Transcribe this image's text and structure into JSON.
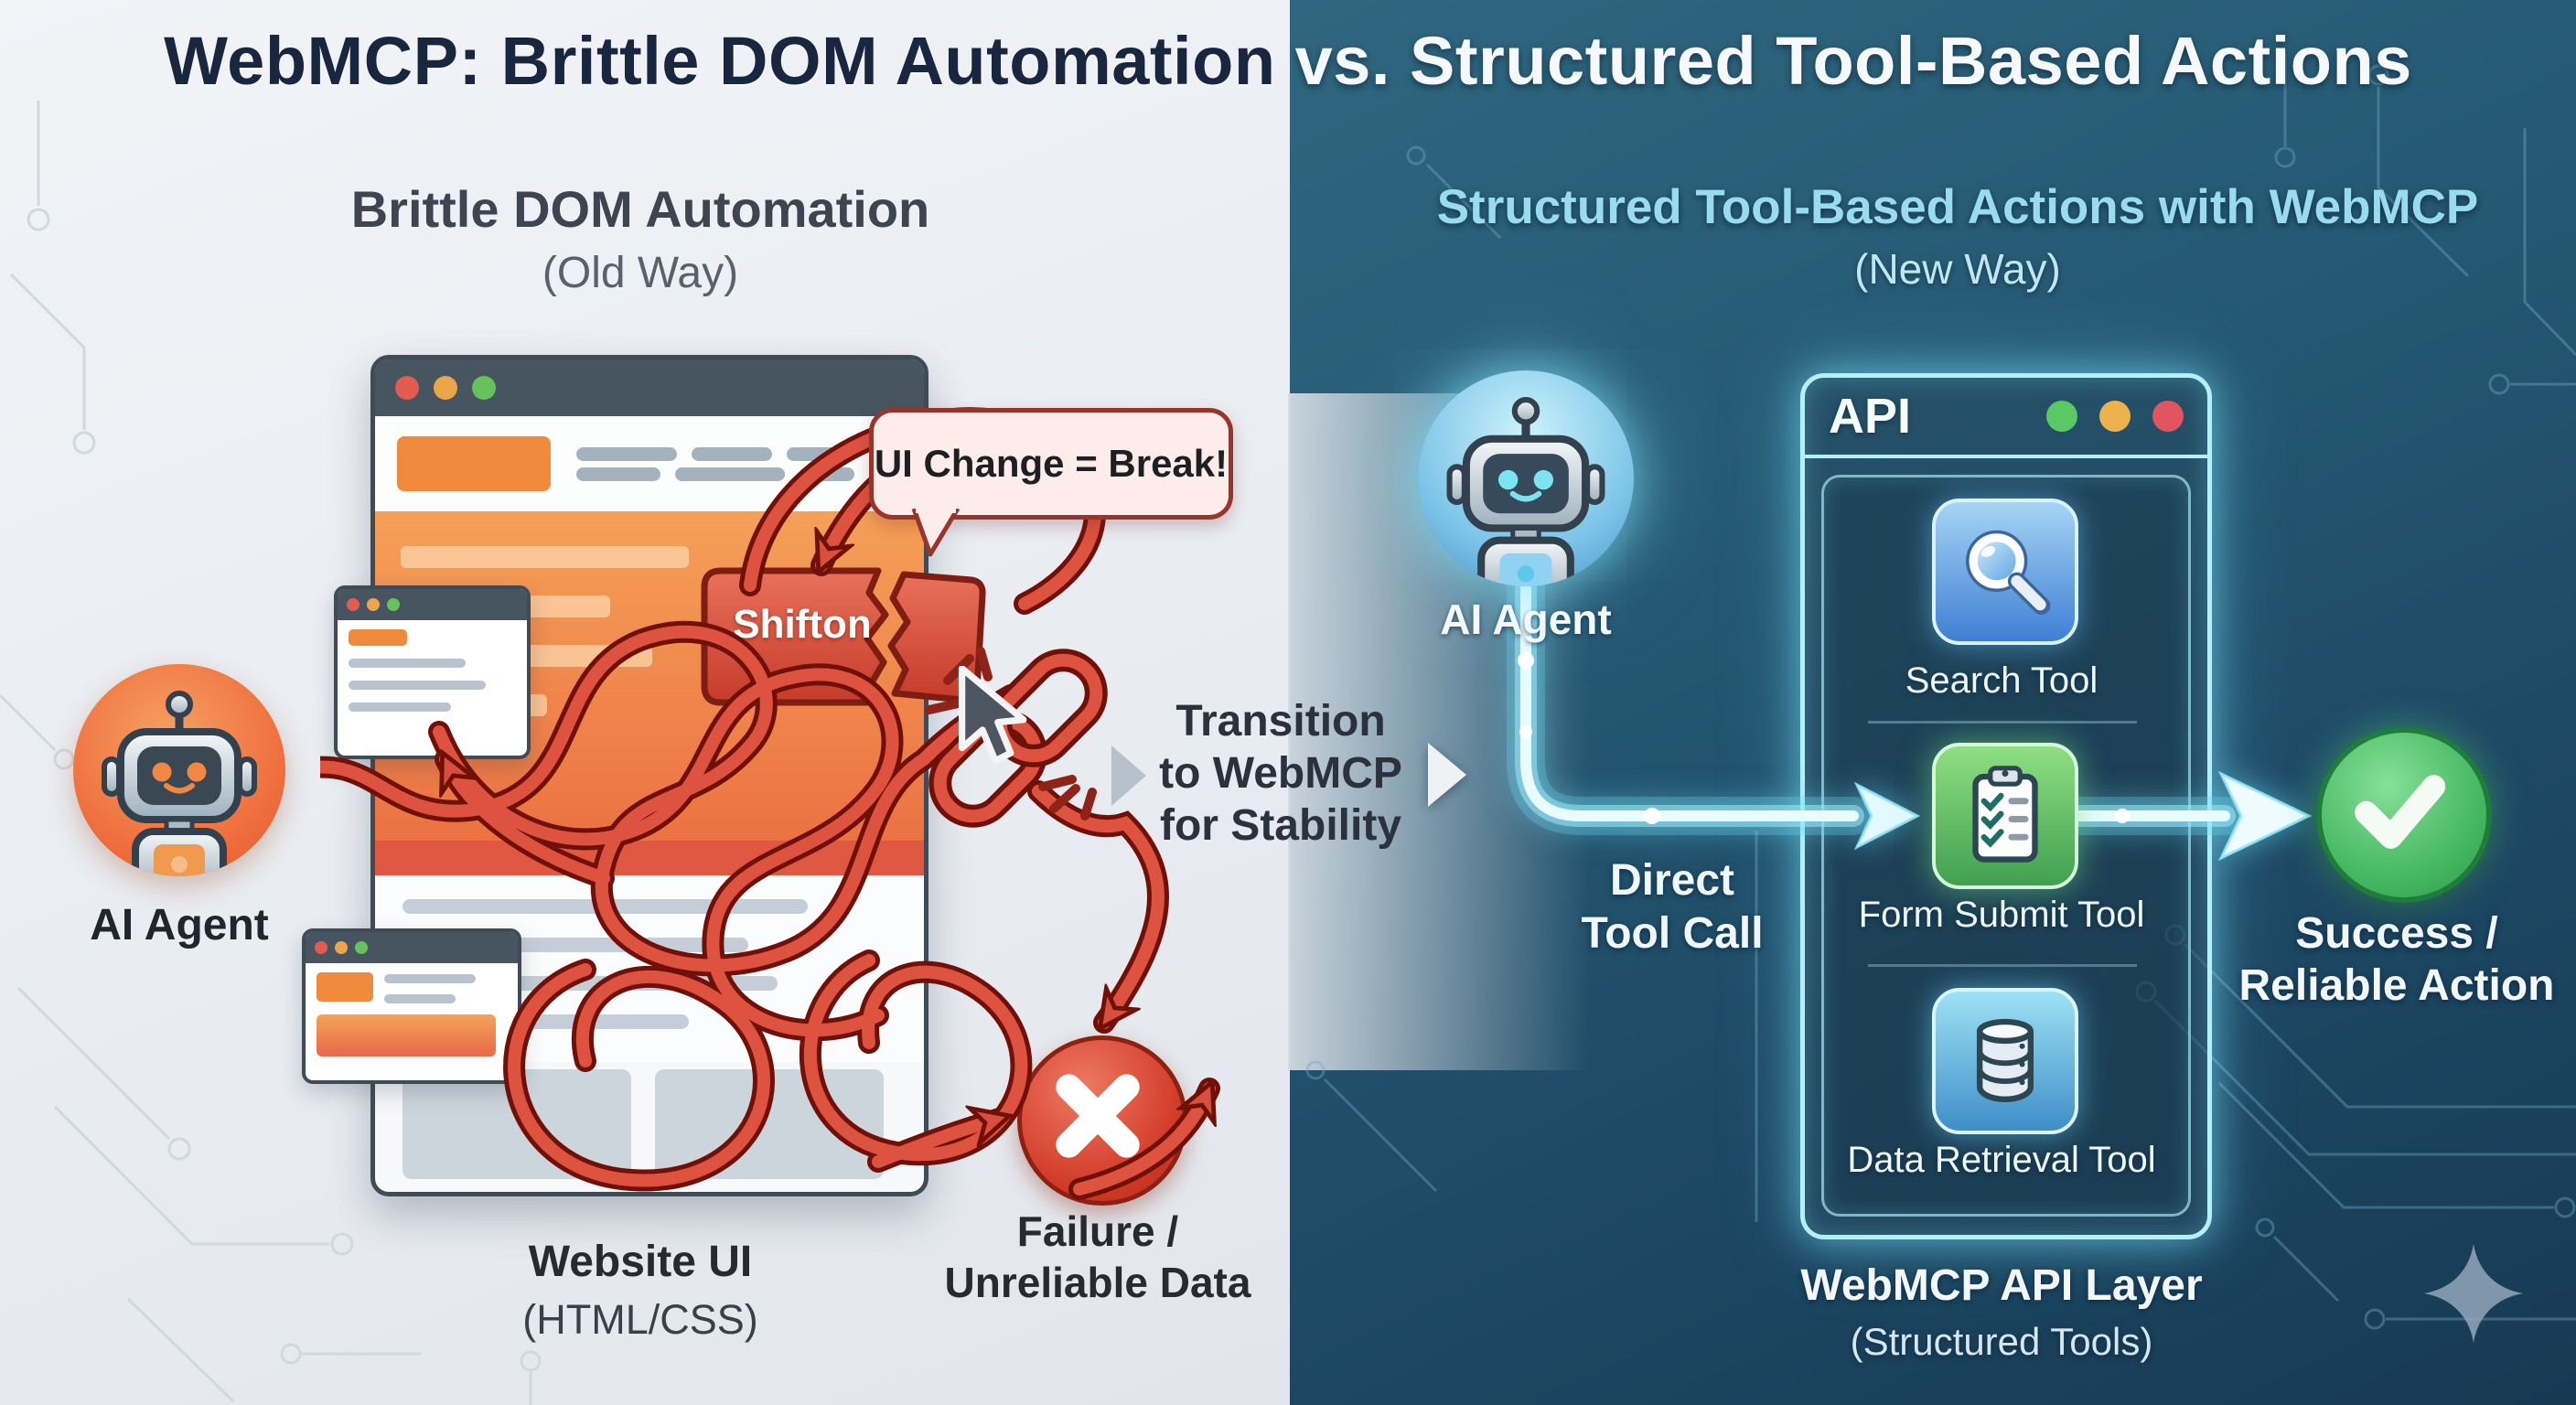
{
  "title": {
    "left": "WebMCP: Brittle DOM Automation",
    "right": " vs. Structured Tool-Based Actions"
  },
  "left_panel": {
    "heading": "Brittle DOM Automation",
    "subheading": "(Old Way)",
    "agent_label": "AI Agent",
    "bubble": "UI Change = Break!",
    "broken_button_label": "Shifton",
    "failure_line1": "Failure /",
    "failure_line2": "Unreliable Data",
    "website_line1": "Website UI",
    "website_line2": "(HTML/CSS)"
  },
  "transition": {
    "line1": "Transition",
    "line2": "to WebMCP",
    "line3": "for Stability"
  },
  "right_panel": {
    "heading": "Structured Tool-Based Actions with WebMCP",
    "subheading": "(New Way)",
    "agent_label": "AI Agent",
    "direct_line1": "Direct",
    "direct_line2": "Tool Call",
    "api_title": "API",
    "tools": [
      {
        "label": "Search Tool",
        "icon": "magnifier-icon"
      },
      {
        "label": "Form Submit Tool",
        "icon": "clipboard-checklist-icon"
      },
      {
        "label": "Data Retrieval Tool",
        "icon": "database-icon"
      }
    ],
    "success_line1": "Success /",
    "success_line2": "Reliable Action",
    "layer_line1": "WebMCP API Layer",
    "layer_line2": "(Structured Tools)"
  },
  "icons": {
    "agents": "robot-icon",
    "break": "broken-chain-icon",
    "pointer": "cursor-arrow-icon",
    "failure": "x-mark-icon",
    "success": "check-mark-icon",
    "decor": "sparkle-icon"
  },
  "colors": {
    "left_bg": "#e9ecf1",
    "right_bg": "#1d4763",
    "title_navy": "#19263f",
    "heading_cyan": "#9adcef",
    "brittle_red": "#d94f3d",
    "agent_orange": "#ee6a3a",
    "glow_cyan": "#b2f0fa",
    "success_green": "#46b863",
    "failure_red": "#d23b28",
    "button_red": "#c63b2a"
  }
}
